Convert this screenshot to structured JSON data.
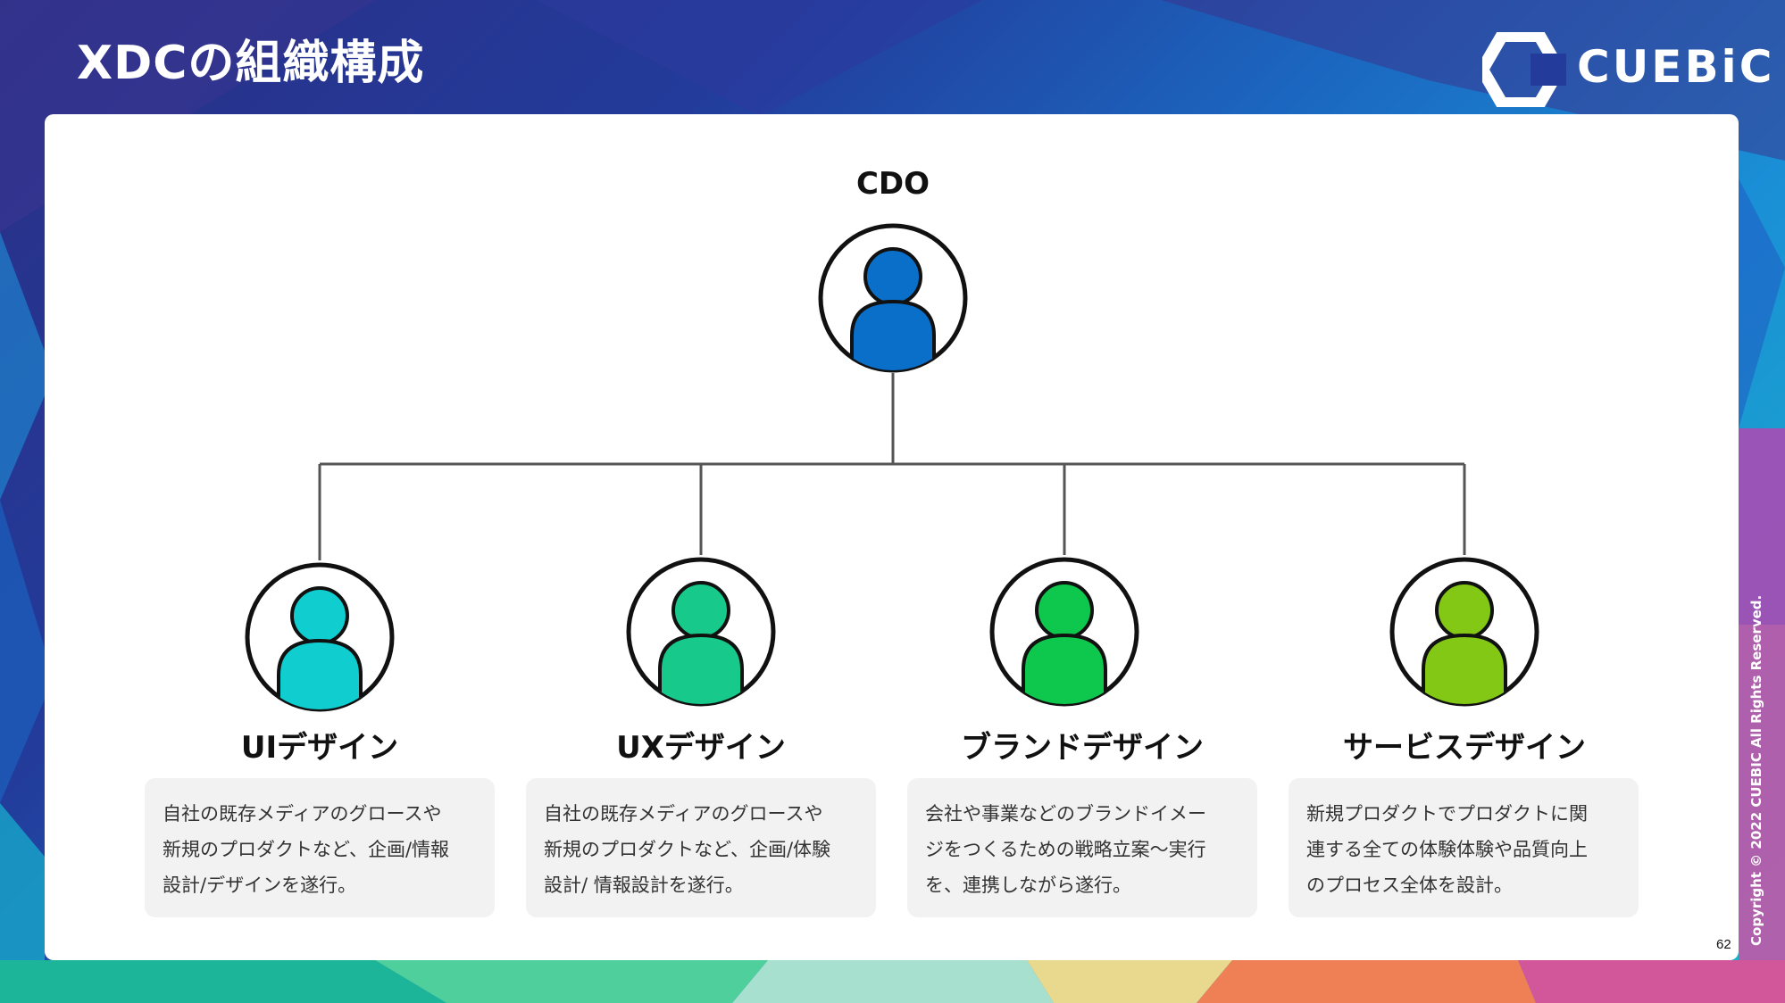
{
  "slide": {
    "title": "XDCの組織構成",
    "brand": "CUEBiC",
    "copyright": "Copyright © 2022 CUEBIC All Rights Reserved.",
    "page_number": "62"
  },
  "org": {
    "root": {
      "label": "CDO",
      "color": "#0a6fc9",
      "icon": "person-icon"
    },
    "teams": [
      {
        "label": "UIデザイン",
        "color": "#10cdd0",
        "icon": "person-icon",
        "desc": [
          "自社の既存メディアのグロースや",
          "新規のプロダクトなど、企画/情報",
          "設計/デザインを遂行。"
        ]
      },
      {
        "label": "UXデザイン",
        "color": "#17c98a",
        "icon": "person-icon",
        "desc": [
          "自社の既存メディアのグロースや",
          "新規のプロダクトなど、企画/体験",
          "設計/ 情報設計を遂行。"
        ]
      },
      {
        "label": "ブランドデザイン",
        "color": "#0dc84c",
        "icon": "person-icon",
        "desc": [
          "会社や事業などのブランドイメー",
          "ジをつくるための戦略立案〜実行",
          "を、連携しながら遂行。"
        ]
      },
      {
        "label": "サービスデザイン",
        "color": "#82c814",
        "icon": "person-icon",
        "desc": [
          "新規プロダクトでプロダクトに関",
          "連する全ての体験体験や品質向上",
          "のプロセス全体を設計。"
        ]
      }
    ]
  }
}
